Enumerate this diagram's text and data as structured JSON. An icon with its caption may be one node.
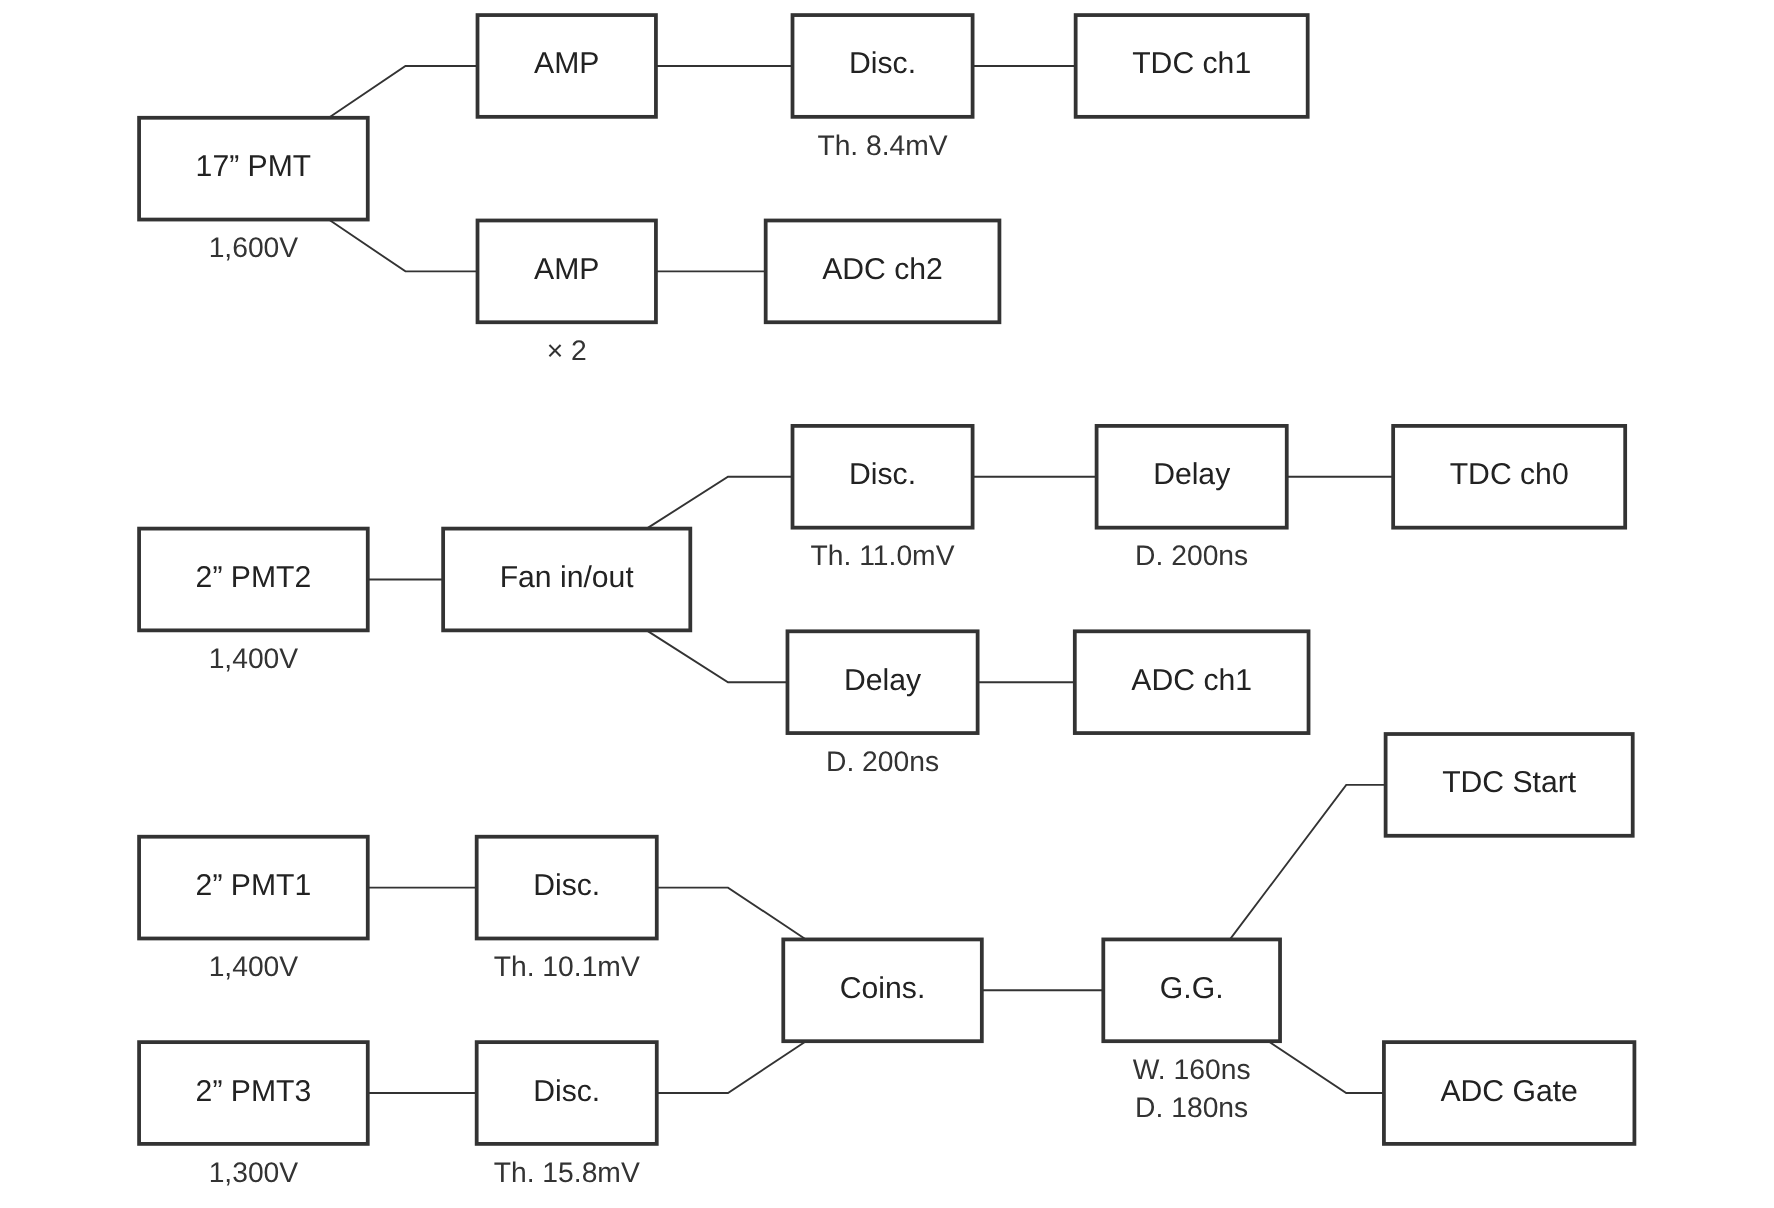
{
  "diagram": {
    "nodes": [
      {
        "text": [
          "17” PMT"
        ],
        "beside": [
          "1,600V"
        ]
      },
      {
        "text": [
          "AMP"
        ]
      },
      {
        "text": [
          "Disc."
        ],
        "beside": [
          "Th. 8.4mV"
        ]
      },
      {
        "text": [
          "TDC ch1"
        ]
      },
      {
        "text": [
          "AMP"
        ],
        "beside": [
          "× 2"
        ]
      },
      {
        "text": [
          "ADC ch2"
        ]
      },
      {
        "text": [
          "2” PMT2"
        ],
        "beside": [
          "1,400V"
        ]
      },
      {
        "text": [
          "Fan in/out"
        ]
      },
      {
        "text": [
          "Disc."
        ],
        "beside": [
          "Th. 11.0mV"
        ]
      },
      {
        "text": [
          "Delay"
        ],
        "beside": [
          "D. 200ns"
        ]
      },
      {
        "text": [
          "TDC ch0"
        ]
      },
      {
        "text": [
          "Delay"
        ],
        "beside": [
          "D. 200ns"
        ]
      },
      {
        "text": [
          "ADC ch1"
        ]
      },
      {
        "text": [
          "2” PMT1"
        ],
        "beside": [
          "1,400V"
        ]
      },
      {
        "text": [
          "Disc."
        ],
        "beside": [
          "Th. 10.1mV"
        ]
      },
      {
        "text": [
          "2” PMT3"
        ],
        "beside": [
          "1,300V"
        ]
      },
      {
        "text": [
          "Disc."
        ],
        "beside": [
          "Th. 15.8mV"
        ]
      },
      {
        "text": [
          "Coins."
        ]
      },
      {
        "text": [
          "G.G."
        ],
        "beside": [
          "W. 160ns",
          "D. 180ns"
        ]
      },
      {
        "text": [
          "TDC Start"
        ]
      },
      {
        "text": [
          "ADC Gate"
        ]
      }
    ],
    "edges": [
      {
        "from": 0,
        "to": 1,
        "arrow": "none"
      },
      {
        "from": 0,
        "to": 4,
        "arrow": "none"
      },
      {
        "from": 1,
        "to": 2,
        "arrow": "none"
      },
      {
        "from": 2,
        "to": 3,
        "arrow": "none"
      },
      {
        "from": 4,
        "to": 5,
        "arrow": "none"
      },
      {
        "from": 6,
        "to": 7,
        "arrow": "none"
      },
      {
        "from": 7,
        "to": 8,
        "arrow": "none"
      },
      {
        "from": 7,
        "to": 11,
        "arrow": "none"
      },
      {
        "from": 8,
        "to": 9,
        "arrow": "none"
      },
      {
        "from": 9,
        "to": 10,
        "arrow": "none"
      },
      {
        "from": 11,
        "to": 12,
        "arrow": "none"
      },
      {
        "from": 13,
        "to": 14,
        "arrow": "none"
      },
      {
        "from": 15,
        "to": 16,
        "arrow": "none"
      },
      {
        "from": 14,
        "to": 17,
        "arrow": "none"
      },
      {
        "from": 16,
        "to": 17,
        "arrow": "none"
      },
      {
        "from": 17,
        "to": 18,
        "arrow": "none"
      },
      {
        "from": 18,
        "to": 19,
        "arrow": "none"
      },
      {
        "from": 18,
        "to": 20,
        "arrow": "none"
      }
    ]
  }
}
